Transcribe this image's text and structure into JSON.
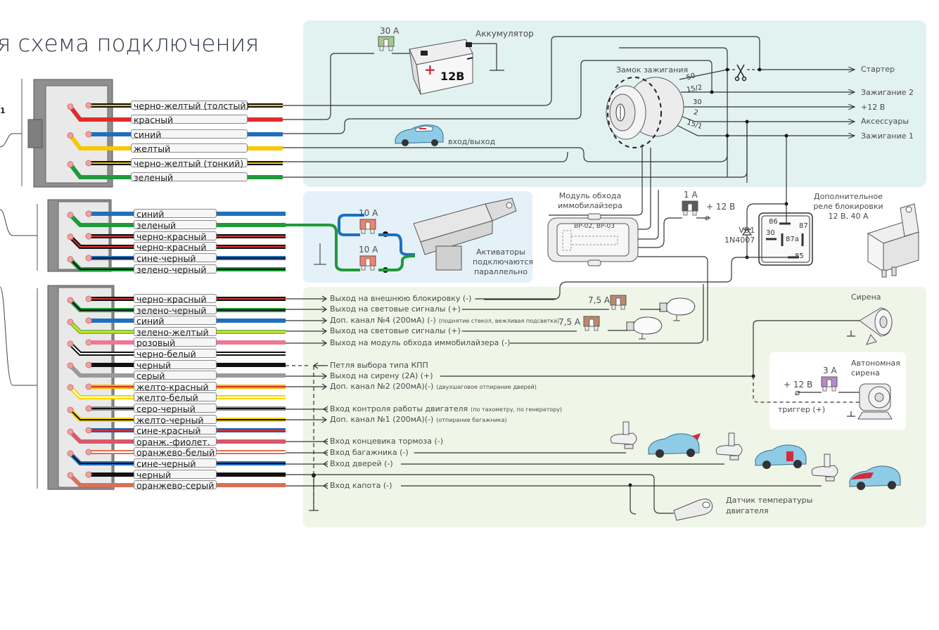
{
  "title": "я схема подключения",
  "connector1_number": "1",
  "connectors": [
    {
      "wires": [
        {
          "label": "черно-желтый (толстый)",
          "colors": [
            "#111111",
            "#f2c400"
          ]
        },
        {
          "label": "красный",
          "colors": [
            "#e02b2b"
          ]
        },
        {
          "label": "синий",
          "colors": [
            "#1f6fbf"
          ]
        },
        {
          "label": "желтый",
          "colors": [
            "#f6c800"
          ]
        },
        {
          "label": "черно-желтый (тонкий)",
          "colors": [
            "#111111",
            "#f2c400"
          ]
        },
        {
          "label": "зеленый",
          "colors": [
            "#1f9a3b"
          ]
        }
      ]
    },
    {
      "wires": [
        {
          "label": "синий",
          "colors": [
            "#1f6fbf"
          ]
        },
        {
          "label": "зеленый",
          "colors": [
            "#1f9a3b"
          ]
        },
        {
          "label": "черно-красный",
          "colors": [
            "#111111",
            "#d3322c"
          ]
        },
        {
          "label": "черно-красный",
          "colors": [
            "#111111",
            "#d3322c"
          ]
        },
        {
          "label": "сине-черный",
          "colors": [
            "#1f6fbf",
            "#111111"
          ]
        },
        {
          "label": "зелено-черный",
          "colors": [
            "#1f9a3b",
            "#111111"
          ]
        }
      ]
    },
    {
      "wires": [
        {
          "label": "черно-красный",
          "colors": [
            "#111111",
            "#d3322c"
          ]
        },
        {
          "label": "зелено-черный",
          "colors": [
            "#1f9a3b",
            "#111111"
          ]
        },
        {
          "label": "синий",
          "colors": [
            "#1f6fbf"
          ]
        },
        {
          "label": "зелено-желтый",
          "colors": [
            "#7cc242",
            "#f2e000"
          ]
        },
        {
          "label": "розовый",
          "colors": [
            "#ec7896"
          ]
        },
        {
          "label": "черно-белый",
          "colors": [
            "#111111",
            "#ffffff"
          ]
        },
        {
          "label": "черный",
          "colors": [
            "#111111"
          ]
        },
        {
          "label": "серый",
          "colors": [
            "#9a9a9a"
          ]
        },
        {
          "label": "желто-красный",
          "colors": [
            "#f7b500",
            "#e0301e"
          ]
        },
        {
          "label": "желто-белый",
          "colors": [
            "#f6d400",
            "#ffffff"
          ]
        },
        {
          "label": "серо-черный",
          "colors": [
            "#8e8e8e",
            "#111111"
          ]
        },
        {
          "label": "желто-черный",
          "colors": [
            "#f6d400",
            "#111111"
          ]
        },
        {
          "label": "сине-красный",
          "colors": [
            "#2b5aa8",
            "#c73a3a"
          ]
        },
        {
          "label": "оранж.-фиолет.",
          "colors": [
            "#d9586a"
          ]
        },
        {
          "label": "оранжево-белый",
          "colors": [
            "#e0714f",
            "#ffffff"
          ]
        },
        {
          "label": "сине-черный",
          "colors": [
            "#1f6fbf",
            "#111111"
          ]
        },
        {
          "label": "черный",
          "colors": [
            "#111111"
          ]
        },
        {
          "label": "оранжево-серый",
          "colors": [
            "#d9705a"
          ]
        }
      ]
    }
  ],
  "power_panel": {
    "battery_fuse": "30 А",
    "battery_label": "Аккумулятор",
    "battery_voltage": "12В",
    "door_label": "вход/выход",
    "ignition_label": "Замок зажигания",
    "ignition_pins": [
      "50",
      "15/2",
      "30",
      "2",
      "15/1"
    ],
    "outputs": [
      "Стартер",
      "Зажигание 2",
      "+12 В",
      "Аксессуары",
      "Зажигание 1"
    ]
  },
  "actuators": {
    "fuses": [
      "10 А",
      "10 А"
    ],
    "note": [
      "Активаторы",
      "подключаются",
      "параллельно"
    ]
  },
  "immobilizer": {
    "title": [
      "Модуль обхода",
      "иммобилайзера"
    ],
    "model": "BP-02, BP-03",
    "fuse": "1 А",
    "supply": "+ 12 В"
  },
  "relay": {
    "diode": [
      "VD1",
      "1N4007"
    ],
    "pins": [
      "86",
      "87",
      "30",
      "87a",
      "85"
    ],
    "title": [
      "Дополнительное",
      "реле блокировки",
      "12 В, 40 А"
    ]
  },
  "functions": [
    {
      "text": "Выход на  внешнюю блокировку (-)",
      "note": ""
    },
    {
      "text": "Выход на световые сигналы (+)",
      "note": ""
    },
    {
      "text": "Доп. канал №4 (200мА) (-)",
      "note": "(поднятие стекол, вежливая подсветка)"
    },
    {
      "text": "Выход на световые сигналы (+)",
      "note": ""
    },
    {
      "text": "Выход на модуль обхода иммобилайзера (-)",
      "note": ""
    },
    {
      "text": "Петля выбора типа КПП",
      "note": ""
    },
    {
      "text": "Выход на сирену (2А) (+)",
      "note": ""
    },
    {
      "text": "Доп. канал №2 (200мА)(-)",
      "note": "(двухшаговое отпирание дверей)"
    },
    {
      "text": "Вход контроля работы двигателя",
      "note": "(по тахометру, по генератору)"
    },
    {
      "text": "Доп. канал №1 (200мА)(-)",
      "note": "(отпирание багажника)"
    },
    {
      "text": "Вход концевика тормоза (-)",
      "note": ""
    },
    {
      "text": "Вход багажника (-)",
      "note": ""
    },
    {
      "text": "Вход дверей (-)",
      "note": ""
    },
    {
      "text": "Вход капота (-)",
      "note": ""
    }
  ],
  "lights": {
    "fuses": [
      "7,5 А",
      "7,5 А"
    ]
  },
  "siren": {
    "label": "Сирена",
    "autonomous_label": [
      "Автономная",
      "сирена"
    ],
    "fuse": "3 А",
    "supply": "+ 12 В",
    "trigger": "триггер (+)"
  },
  "temp_sensor": [
    "Датчик температуры",
    "двигателя"
  ],
  "colors": {
    "power_panel_bg": "#e2f2f1",
    "actuator_panel_bg": "#e4f1f9",
    "inputs_panel_bg": "#eff6e8",
    "line": "#333333",
    "car_body": "#8ecbe6",
    "car_accent": "#d42a3a",
    "fuse_green": "#9fca8c",
    "fuse_red": "#ef8270",
    "fuse_brown": "#b98a6f",
    "fuse_purple": "#b58bc8",
    "fuse_gray": "#5a5a5a"
  }
}
